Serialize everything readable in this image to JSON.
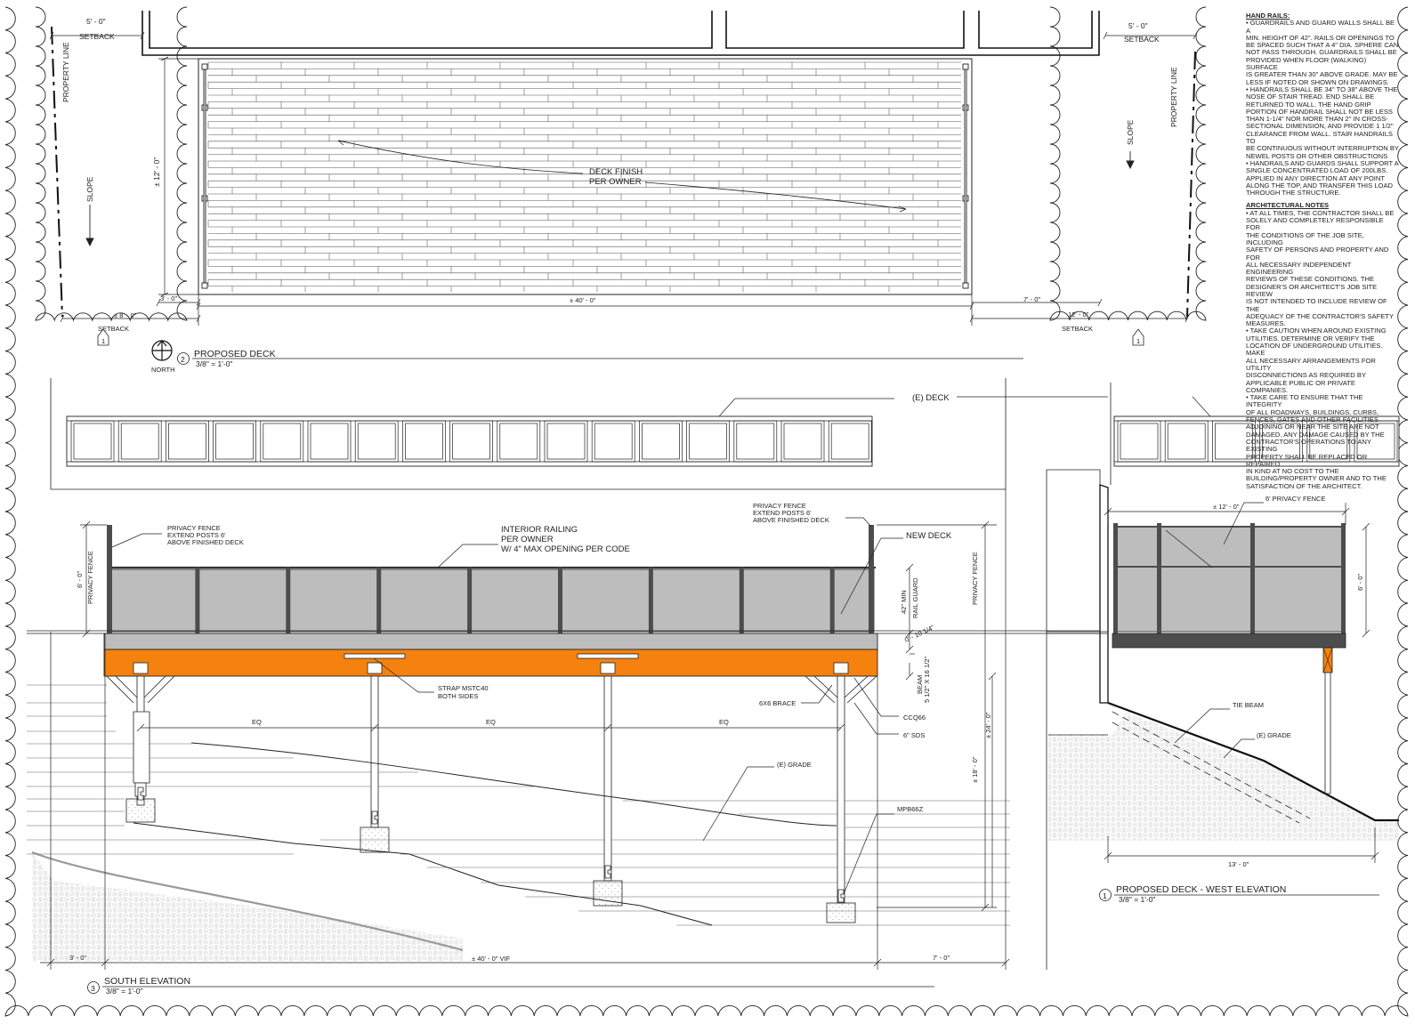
{
  "plan": {
    "dim_setback_w": "5' - 0\"",
    "setback": "SETBACK",
    "property_line": "PROPERTY LINE",
    "slope": "SLOPE",
    "dim_depth": "± 12' - 0\"",
    "dim_left_gap": "3' - 0\"",
    "dim_left_bottom": "± 8' - 0\"",
    "dim_length": "± 40' - 0\"",
    "dim_right_gap": "7' - 0\"",
    "dim_right_bottom": "12' - 0\"",
    "deck_finish_1": "DECK FINISH",
    "deck_finish_2": "PER OWNER",
    "north": "NORTH",
    "title_num": "2",
    "title": "PROPOSED DECK",
    "scale": "3/8\" = 1'-0\"",
    "ref_num": "1"
  },
  "south": {
    "existing_deck": "(E) DECK",
    "new_deck": "NEW DECK",
    "privacy_l_1": "PRIVACY FENCE",
    "privacy_l_2": "EXTEND POSTS 6'",
    "privacy_l_3": "ABOVE FINISHED DECK",
    "privacy_r_1": "PRIVACY FENCE",
    "privacy_r_2": "EXTEND POSTS 6'",
    "privacy_r_3": "ABOVE FINISHED DECK",
    "railing_1": "INTERIOR RAILING",
    "railing_2": "PER OWNER",
    "railing_3": "W/ 4\" MAX OPENING PER CODE",
    "dim_fence": "6' - 0\"",
    "fence_vert": "PRIVACY FENCE",
    "rail_42": "42\" MIN",
    "rail_guard": "RAIL GUARD",
    "dim_joist": "0' - 10 1/4\"",
    "beam_1": "BEAM",
    "beam_2": "5 1/2\" X 16 1/2\"",
    "strap_1": "STRAP MSTC40",
    "strap_2": "BOTH SIDES",
    "brace": "6X6 BRACE",
    "ccq": "CCQ66",
    "sds": "6\" SDS",
    "eq": "EQ",
    "grade": "(E) GRADE",
    "mpb": "MPB66Z",
    "privacy_far": "PRIVACY FENCE",
    "dim_24": "± 24' - 0\"",
    "dim_18": "± 18' - 0\"",
    "dim_left": "3' - 0\"",
    "dim_total": "± 40' - 0\" VIF",
    "dim_right": "7' - 0\"",
    "title_num": "3",
    "title": "SOUTH ELEVATION",
    "scale": "3/8\" = 1'-0\""
  },
  "west": {
    "dim_top": "± 12' - 0\"",
    "privacy": "6' PRIVACY FENCE",
    "dim_fence": "6' - 0\"",
    "tie_beam": "TIE BEAM",
    "grade": "(E) GRADE",
    "dim_bottom": "13' - 0\"",
    "title_num": "1",
    "title": "PROPOSED DECK - WEST ELEVATION",
    "scale": "3/8\" = 1'-0\""
  },
  "notes": {
    "hand_rails_title": "HAND RAILS:",
    "hand_rails": [
      "• GUARDRAILS AND GUARD WALLS SHALL BE A",
      "MIN. HEIGHT  OF 42\". RAILS OR OPENINGS TO",
      "BE SPACED SUCH THAT  A 4\" DIA. SPHERE CAN",
      "NOT PASS THROUGH. GUARDRAILS SHALL BE",
      "PROVIDED WHEN FLOOR (WALKING) SURFACE",
      "IS GREATER THAN  30\" ABOVE GRADE. MAY BE",
      "LESS IF NOTED  OR SHOWN ON DRAWINGS.",
      "• HANDRAILS SHALL BE 34\" TO 38\" ABOVE THE",
      "NOSE OF STAIR TREAD. END SHALL BE",
      "RETURNED TO WALL. THE HAND  GRIP",
      "PORTION OF HANDRAIL SHALL NOT BE LESS",
      "THAN  1-1/4\" NOR MORE THAN  2\" IN CROSS-",
      "SECTIONAL DIMENSION, AND PROVIDE 1 1/2\"",
      "CLEARANCE FROM WALL. STAIR HANDRAILS TO",
      "BE CONTINUOUS WITHOUT  INTERRUPTION BY",
      "NEWEL  POSTS OR OTHER OBSTRUCTIONS",
      "• HANDRAILS AND GUARDS SHALL SUPPORT A",
      "SINGLE CONCENTRATED LOAD OF 200LBS.",
      "APPLIED IN ANY DIRECTION AT ANY POINT",
      "ALONG THE TOP, AND TRANSFER THIS LOAD",
      "THROUGH THE STRUCTURE."
    ],
    "arch_title": "ARCHITECTURAL NOTES",
    "arch": [
      "• AT ALL TIMES, THE CONTRACTOR SHALL BE",
      "SOLELY AND COMPLETELY RESPONSIBLE FOR",
      "THE CONDITIONS OF THE JOB SITE, INCLUDING",
      "SAFETY OF PERSONS AND PROPERTY AND FOR",
      "ALL NECESSARY INDEPENDENT ENGINEERING",
      "REVIEWS OF THESE CONDITIONS. THE",
      "DESIGNER'S OR ARCHITECT'S JOB SITE REVIEW",
      "IS NOT INTENDED TO INCLUDE REVIEW OF THE",
      "ADEQUACY OF THE CONTRACTOR'S SAFETY",
      "MEASURES.",
      "• TAKE CAUTION WHEN AROUND EXISTING",
      "UTILITIES. DETERMINE OR VERIFY THE",
      "LOCATION OF UNDERGROUND UTILITIES. MAKE",
      "ALL NECESSARY ARRANGEMENTS FOR UTILITY",
      "DISCONNECTIONS AS REQUIRED BY",
      "APPLICABLE PUBLIC OR PRIVATE COMPANIES.",
      "• TAKE CARE TO ENSURE THAT THE INTEGRITY",
      "OF ALL ROADWAYS, BUILDINGS, CURBS,",
      "FENCES, GATES AND OTHER FACILITIES",
      "ADJOINING OR NEAR THE SITE ARE NOT",
      "DAMAGED. ANY DAMAGE CAUSED BY THE",
      "CONTRACTOR'S OPERATIONS TO ANY EXISTING",
      "PROPERTY SHALL BE REPLACED OR REPAIRED",
      "IN KIND AT NO COST TO THE",
      "BUILDING/PROPERTY OWNER AND TO THE",
      "SATISFACTION OF THE ARCHITECT."
    ]
  },
  "colors": {
    "beam": "#f5820f",
    "panel": "#bdbdbd",
    "post": "#4d4d4d",
    "line": "#222222"
  }
}
